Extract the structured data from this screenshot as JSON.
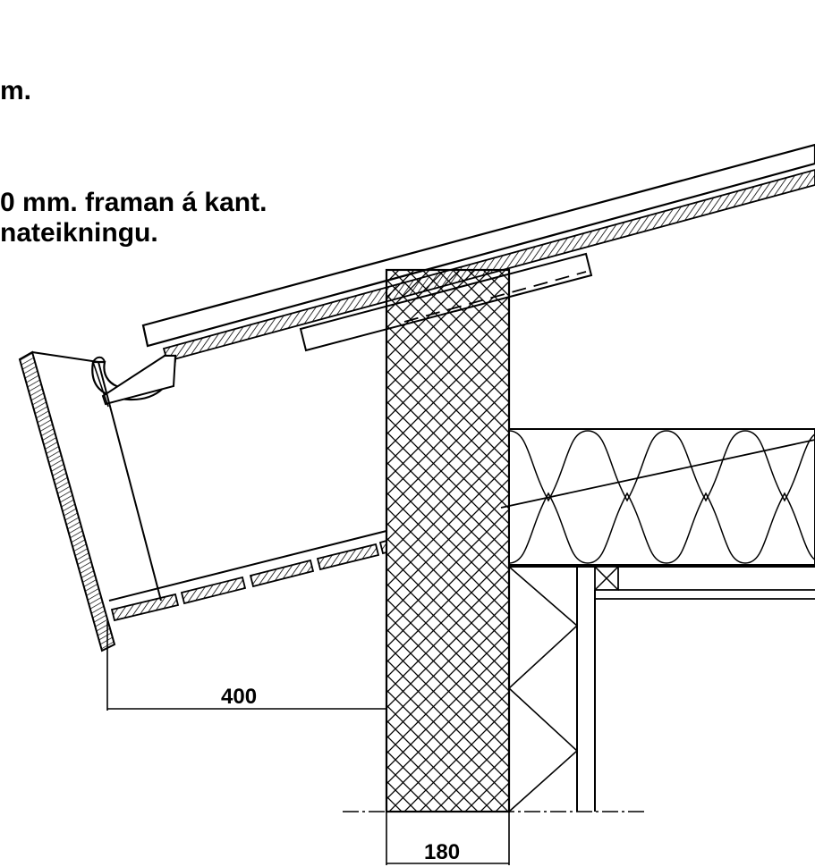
{
  "notes": {
    "line1": "m.",
    "line2": "0 mm. framan á kant.",
    "line3": "nateikningu."
  },
  "dimensions": {
    "overhang": "400",
    "wall_width": "180"
  }
}
